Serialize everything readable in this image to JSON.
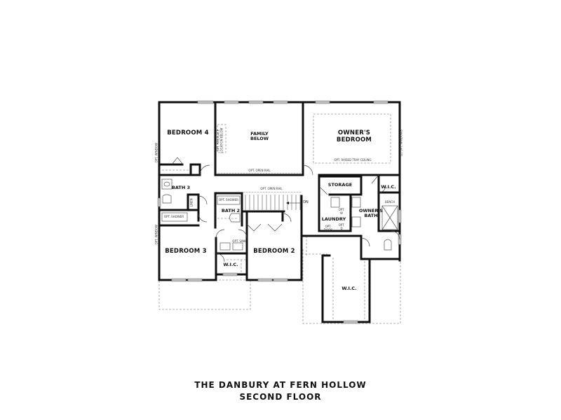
{
  "title": {
    "line1": "THE DANBURY AT FERN HOLLOW",
    "line2": "SECOND FLOOR"
  },
  "rooms": {
    "bedroom4": "BEDROOM 4",
    "family": "FAMILY\nBELOW",
    "owners_bedroom": "OWNER'S\nBEDROOM",
    "bath3": "BATH 3",
    "bath2": "BATH 2",
    "storage": "STORAGE",
    "wic_owner": "W.I.C.",
    "owners_bath": "OWNER'S\nBATH",
    "laundry": "LAUNDRY",
    "bedroom3": "BEDROOM 3",
    "bedroom2": "BEDROOM 2",
    "wic_bed3": "W.I.C.",
    "wic_large": "W.I.C."
  },
  "annotations": {
    "opt_fireplace": "OPT. FIREPLACE LOCATION BELOW",
    "opt_open_rail_top": "OPT. OPEN RAIL",
    "opt_open_rail_stair": "OPT. OPEN RAIL",
    "opt_raised_tray": "OPT. RAISED TRAY CEILING",
    "opt_windows_right": "(2) OPT. WINDOWS",
    "opt_window_left_top": "OPT. WINDOW",
    "opt_window_left_bottom": "OPT. WINDOW",
    "opt_shower_bath2": "OPT. SHOWER",
    "opt_shower_bath3": "OPT. SHOWER",
    "linen": "LINEN",
    "dn": "DN",
    "opt_sink": "OPT. SINK",
    "opt_w": "OPT.\nW",
    "opt_d": "OPT.\nD",
    "opt_door": "OPT.\nDOOR",
    "bench": "BENCH"
  },
  "colors": {
    "wall": "#111111",
    "window": "#bdbdbd",
    "dashed": "#9a9a9a",
    "background": "#ffffff"
  }
}
